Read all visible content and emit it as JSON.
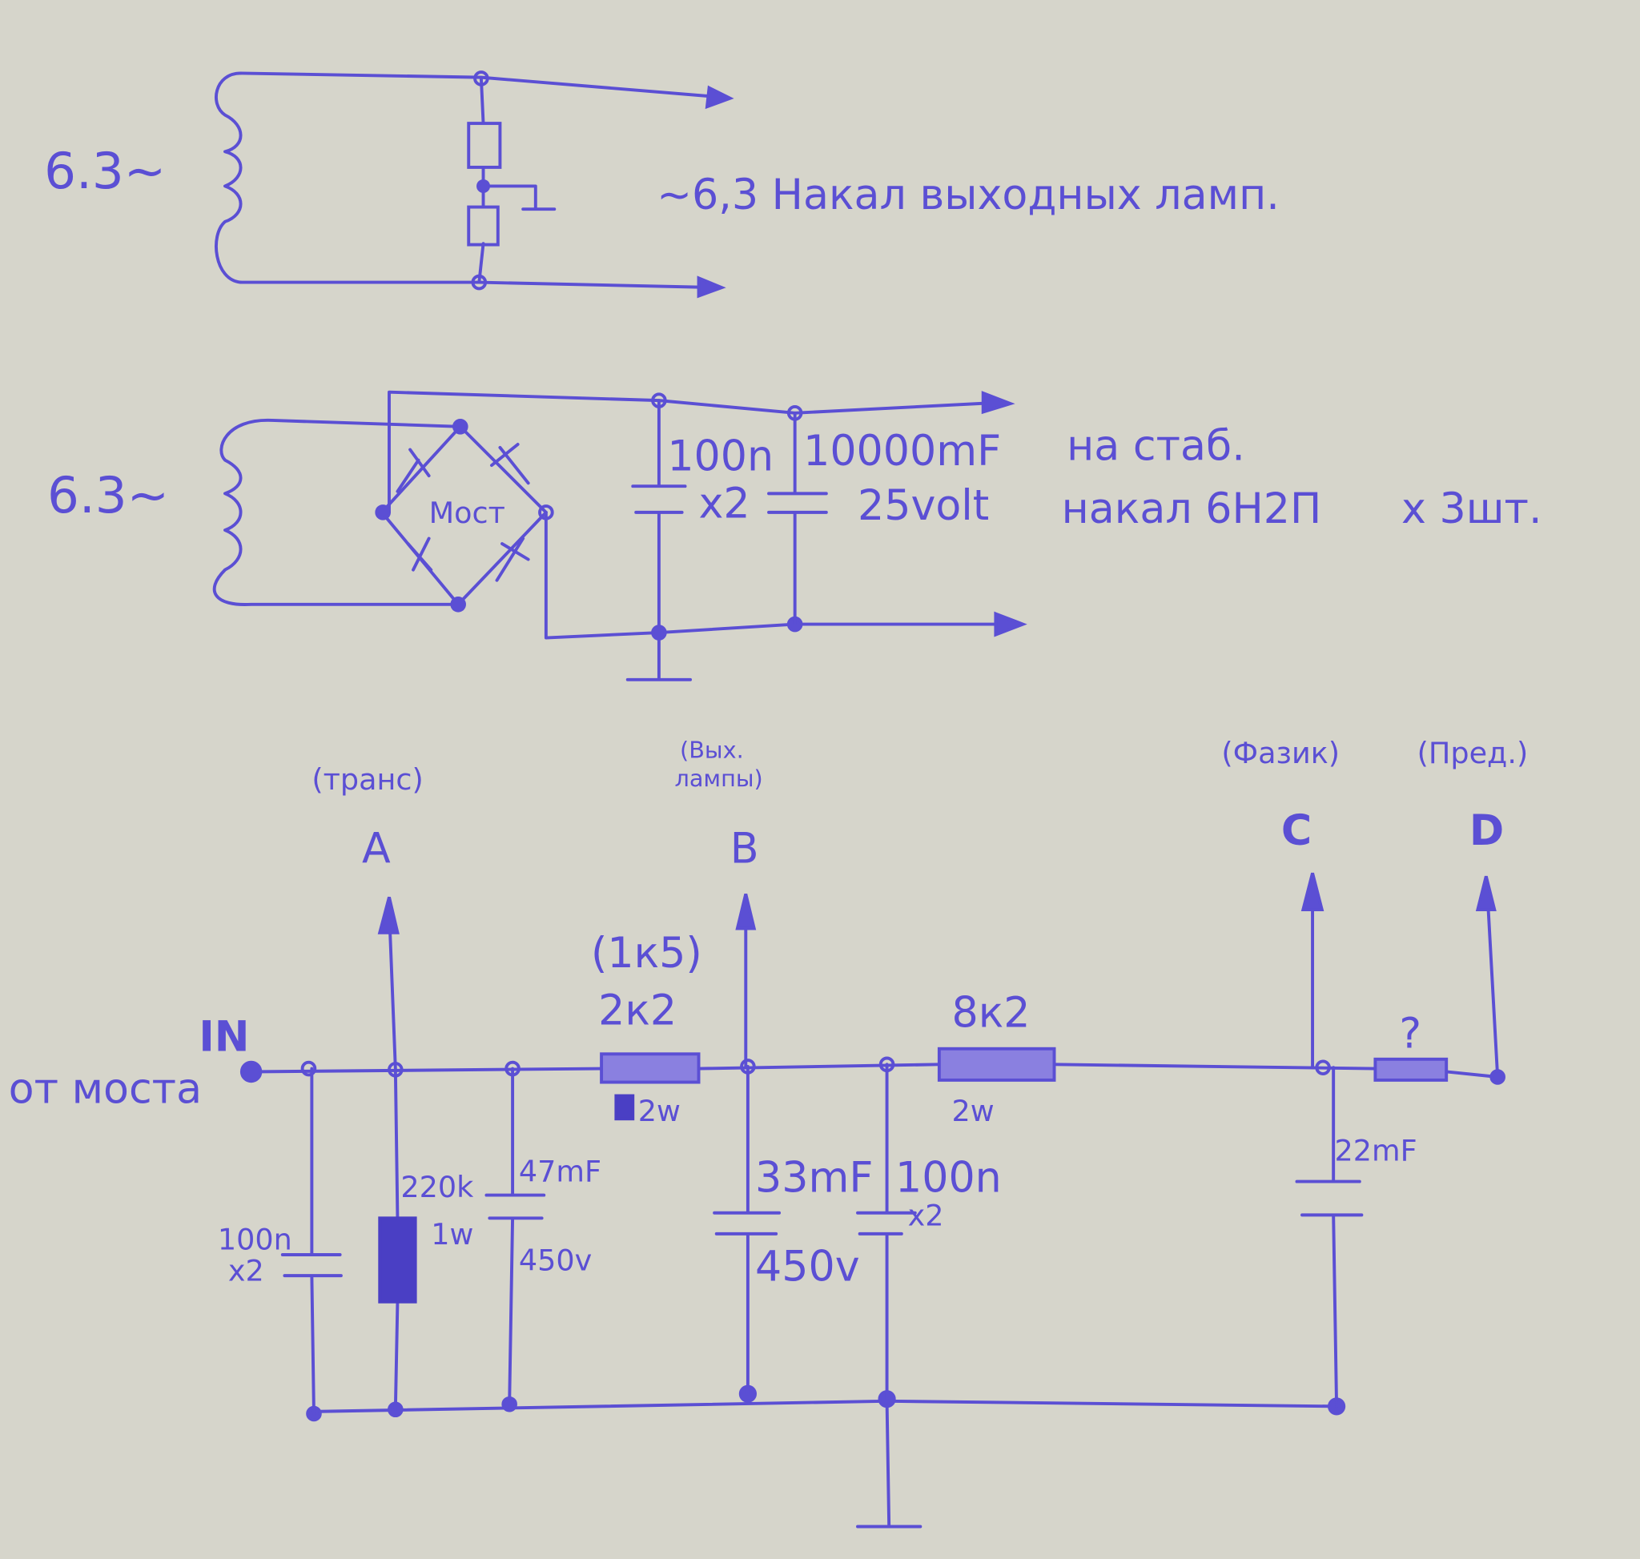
{
  "filament_output": {
    "source_label": "6.3~",
    "note": "~6,3 Накал выходных ламп."
  },
  "filament_preamp": {
    "source_label": "6.3~",
    "bridge_label": "Мост",
    "cap1_value": "100n",
    "cap1_count": "x2",
    "cap2_value": "10000mF",
    "cap2_voltage": "25volt",
    "note_line1": "на стаб.",
    "note_line2": "накал 6Н2П",
    "note_qty": "x 3шт."
  },
  "anode_supply": {
    "input_label": "IN",
    "input_source": "от моста",
    "taps": [
      {
        "letter": "A",
        "desc": "(транс)"
      },
      {
        "letter": "B",
        "desc_line1": "(Вых.",
        "desc_line2": "лампы)"
      },
      {
        "letter": "C",
        "desc": "(Фазик)"
      },
      {
        "letter": "D",
        "desc": "(Пред.)"
      }
    ],
    "c_in": {
      "value": "100n",
      "count": "x2"
    },
    "r_bleed": {
      "value": "220k",
      "power": "1w"
    },
    "c1": {
      "value": "47mF",
      "voltage": "450v"
    },
    "r1": {
      "alt": "(1к5)",
      "value": "2к2",
      "power": "2w"
    },
    "c2": {
      "value": "33mF",
      "voltage": "450v"
    },
    "c3": {
      "value": "100n",
      "count": "x2"
    },
    "r2": {
      "value": "8к2",
      "power": "2w"
    },
    "c4": {
      "value": "22mF"
    },
    "r3": {
      "value": "?"
    }
  }
}
